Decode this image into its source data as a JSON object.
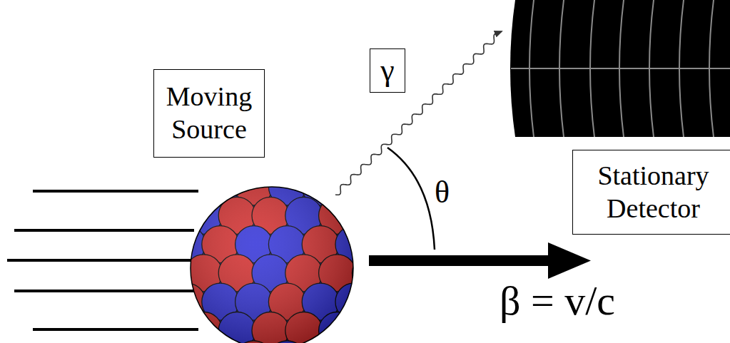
{
  "diagram": {
    "nodes": [
      {
        "text": [
          "Moving Source"
        ]
      },
      {
        "text": [
          "γ"
        ]
      },
      {
        "text": [
          "Stationary Detector"
        ]
      }
    ],
    "labels": [
      "θ",
      "β = v/c"
    ]
  }
}
